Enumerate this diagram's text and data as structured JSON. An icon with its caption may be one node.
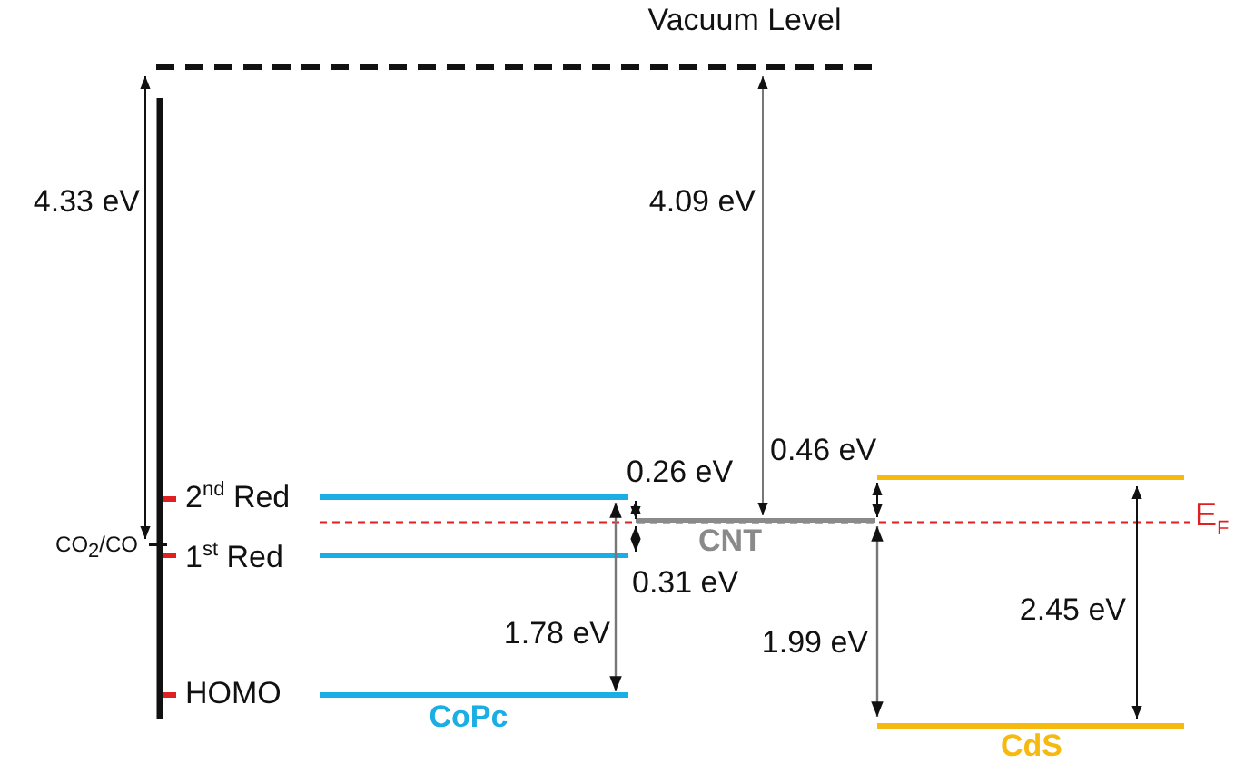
{
  "diagram": {
    "labels": [
      "Vacuum Level",
      "4.33 eV",
      "4.09 eV",
      "0.46 eV",
      "0.26 eV",
      "2$^{nd}$ Red",
      "E$_{F}$",
      "CO$_{2}$/CO",
      "1$^{st}$ Red",
      "CNT",
      "0.31 eV",
      "2.45 eV",
      "1.78 eV",
      "1.99 eV",
      "HOMO",
      "CoPc",
      "CdS"
    ]
  }
}
